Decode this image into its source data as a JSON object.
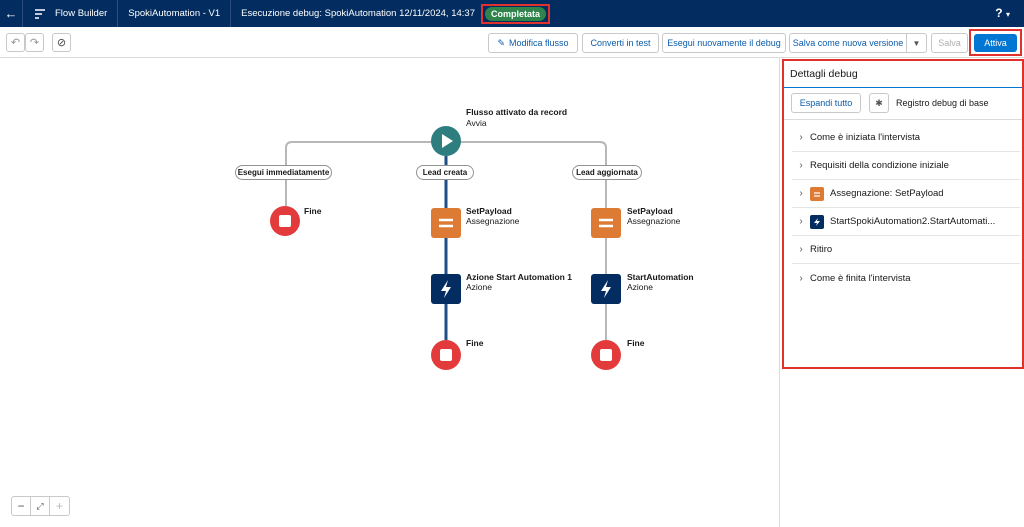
{
  "header": {
    "app_name": "Flow Builder",
    "flow_name": "SpokiAutomation - V1",
    "debug_run": "Esecuzione debug: SpokiAutomation 12/11/2024, 14:37",
    "status_badge": "Completata",
    "help": "?"
  },
  "toolbar": {
    "edit_flow": "Modifica flusso",
    "convert_test": "Converti in test",
    "rerun_debug": "Esegui nuovamente il debug",
    "save_as_new_version": "Salva come nuova versione",
    "save": "Salva",
    "activate": "Attiva"
  },
  "canvas": {
    "start": {
      "title": "Flusso attivato da record",
      "subtitle": "Avvia"
    },
    "paths": [
      "Esegui immediatamente",
      "Lead creata",
      "Lead aggiornata"
    ],
    "left_end": "Fine",
    "mid_assignment": {
      "title": "SetPayload",
      "subtitle": "Assegnazione"
    },
    "mid_action": {
      "title": "Azione Start Automation 1",
      "subtitle": "Azione"
    },
    "mid_end": "Fine",
    "right_assignment": {
      "title": "SetPayload",
      "subtitle": "Assegnazione"
    },
    "right_action": {
      "title": "StartAutomation",
      "subtitle": "Azione"
    },
    "right_end": "Fine",
    "colors": {
      "start": "#2e7d7f",
      "end": "#e33b3b",
      "assignment": "#dd7a33",
      "action": "#032d60",
      "active_path": "#1f4e87",
      "inactive_path": "#b7b7b7"
    }
  },
  "panel": {
    "title": "Dettagli debug",
    "expand_all": "Espandi tutto",
    "log_label": "Registro debug di base",
    "rows": [
      {
        "label": "Come è iniziata l'intervista",
        "icon": ""
      },
      {
        "label": "Requisiti della condizione iniziale",
        "icon": ""
      },
      {
        "label": "Assegnazione: SetPayload",
        "icon": "assignment-icon"
      },
      {
        "label": "StartSpokiAutomation2.StartAutomati...",
        "icon": "action-icon"
      },
      {
        "label": "Ritiro",
        "icon": ""
      },
      {
        "label": "Come è finita l'intervista",
        "icon": ""
      }
    ]
  }
}
